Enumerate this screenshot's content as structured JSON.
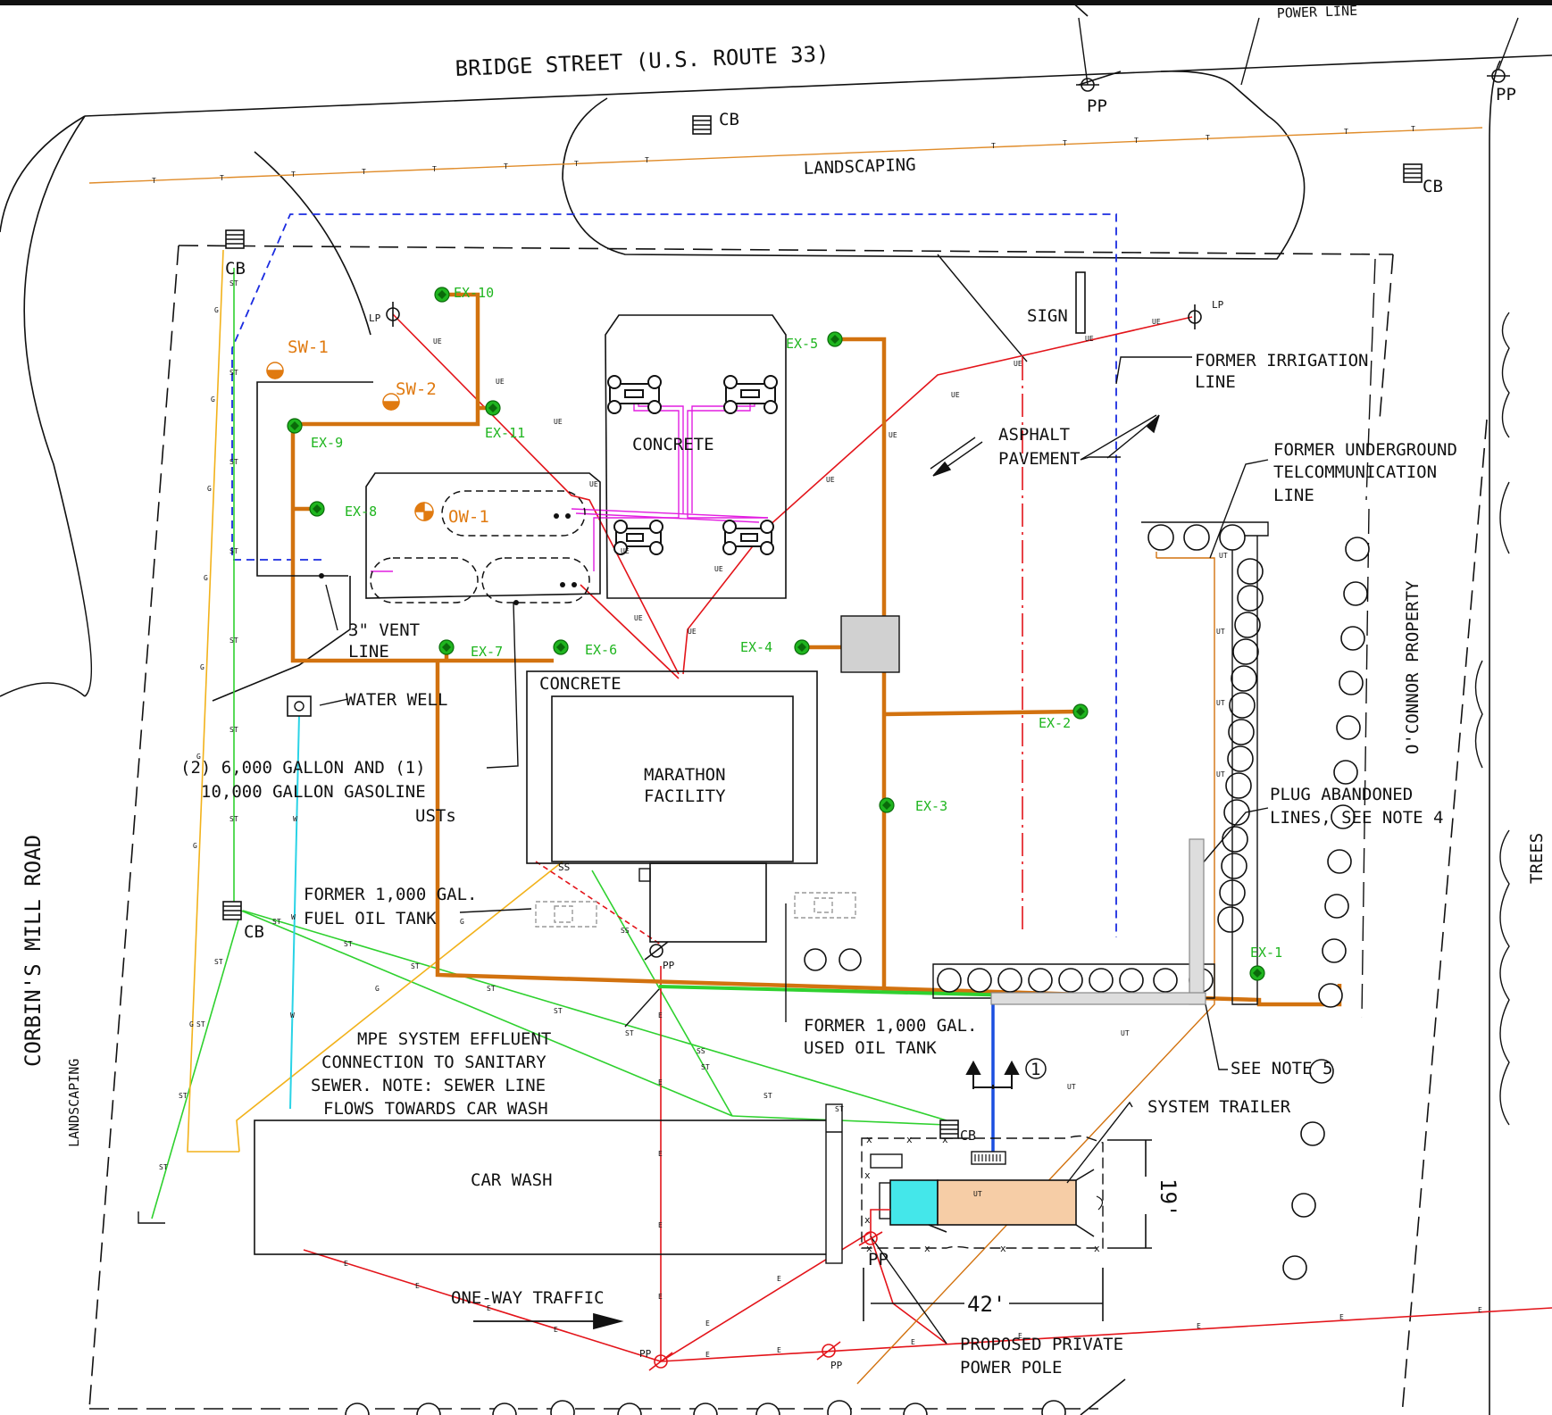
{
  "streets": {
    "north": "BRIDGE STREET  (U.S. ROUTE 33)",
    "west": "CORBIN'S MILL ROAD"
  },
  "labels": {
    "power_line_top": "POWER LINE",
    "landscaping_top": "LANDSCAPING",
    "landscaping_left": "LANDSCAPING",
    "trees": "TREES",
    "sign": "SIGN",
    "concrete_canopy": "CONCRETE",
    "concrete_building": "CONCRETE",
    "building_line1": "MARATHON",
    "building_line2": "FACILITY",
    "car_wash": "CAR WASH",
    "one_way": "ONE-WAY TRAFFIC",
    "oconnor": "O'CONNOR PROPERTY",
    "lp": "LP",
    "ss": "SS",
    "dimension_length": "42'",
    "dimension_width": "19'",
    "note_marker": "1"
  },
  "callouts": {
    "irrigation_1": "FORMER IRRIGATION",
    "irrigation_2": "LINE",
    "asphalt_1": "ASPHALT",
    "asphalt_2": "PAVEMENT",
    "telecom_1": "FORMER UNDERGROUND",
    "telecom_2": "TELCOMMUNICATION",
    "telecom_3": "LINE",
    "plug_1": "PLUG ABANDONED",
    "plug_2": "LINES, SEE NOTE 4",
    "see_note_5": "SEE NOTE 5",
    "system_trailer": "SYSTEM TRAILER",
    "vent_1": "3\" VENT",
    "vent_2": "LINE",
    "water_well": "WATER WELL",
    "ust_1": "(2) 6,000 GALLON AND (1)",
    "ust_2": "10,000 GALLON GASOLINE",
    "ust_3": "USTs",
    "fuel_oil_1": "FORMER 1,000 GAL.",
    "fuel_oil_2": "FUEL OIL TANK",
    "used_oil_1": "FORMER 1,000 GAL.",
    "used_oil_2": "USED OIL TANK",
    "mpe_1": "MPE SYSTEM EFFLUENT",
    "mpe_2": "CONNECTION TO SANITARY",
    "mpe_3": "SEWER. NOTE: SEWER LINE",
    "mpe_4": "FLOWS TOWARDS CAR WASH",
    "power_pole_1": "PROPOSED PRIVATE",
    "power_pole_2": "POWER POLE"
  },
  "catch_basins": [
    "CB",
    "CB",
    "CB",
    "CB",
    "CB"
  ],
  "power_poles": [
    "PP",
    "PP",
    "PP",
    "PP",
    "PP",
    "PP"
  ],
  "wells": {
    "ex1": "EX-1",
    "ex2": "EX-2",
    "ex3": "EX-3",
    "ex4": "EX-4",
    "ex5": "EX-5",
    "ex6": "EX-6",
    "ex7": "EX-7",
    "ex8": "EX-8",
    "ex9": "EX-9",
    "ex10": "EX-10",
    "ex11": "EX-11",
    "sw1": "SW-1",
    "sw2": "SW-2",
    "ow1": "OW-1"
  },
  "utility_codes": {
    "telephone": "T",
    "underground_electric": "UE",
    "storm": "ST",
    "gas": "G",
    "sanitary": "SS",
    "underground_telecom": "UT",
    "electric": "E",
    "water": "W"
  },
  "colors": {
    "mpe_trench": "#d2720f",
    "electric": "#e3141a",
    "storm": "#2fd12f",
    "gas": "#f2b21b",
    "water": "#2ad3e6",
    "telephone": "#e08c2a",
    "irrigation": "#1a2be0",
    "piping": "#e21ee0",
    "well_green": "#1fb51f",
    "trailer_cyan": "#44e7ea",
    "trailer_tan": "#f6cda6",
    "discharge": "#1a4fe0"
  }
}
